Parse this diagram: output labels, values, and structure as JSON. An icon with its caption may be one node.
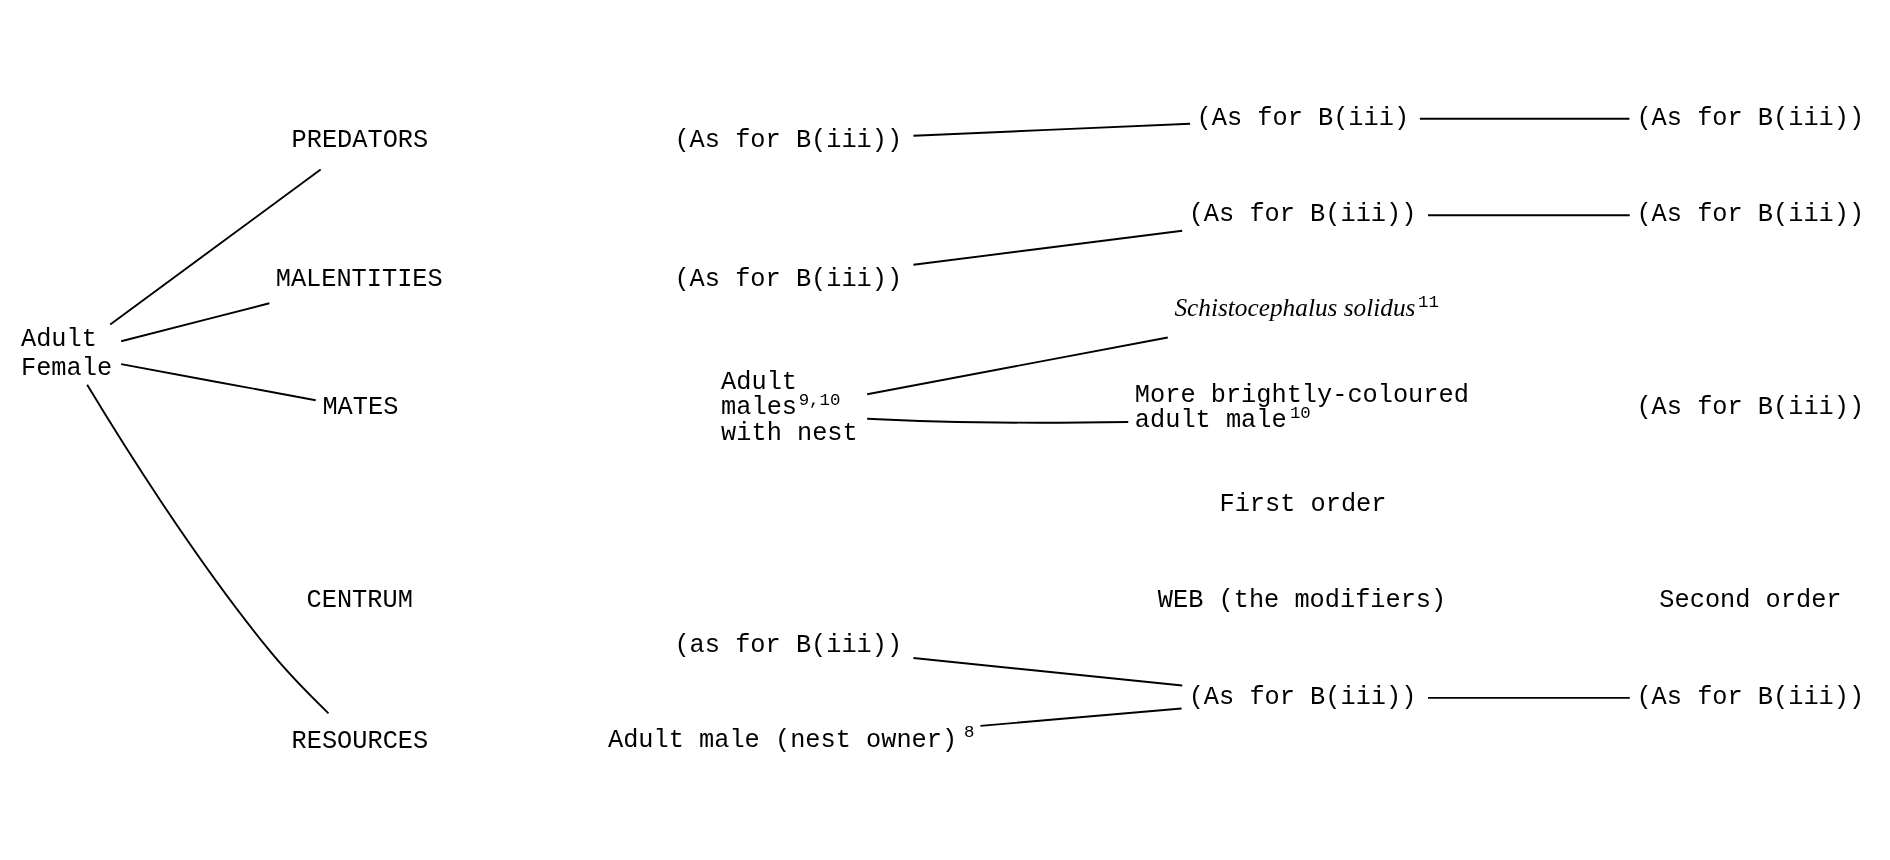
{
  "diagram": {
    "nodes": [
      {
        "text": [
          "Adult Female"
        ]
      },
      {
        "text": [
          "RESOURCES"
        ]
      },
      {
        "text": [
          "MATES"
        ]
      },
      {
        "text": [
          "PREDATORS"
        ]
      },
      {
        "text": [
          "MALENTITIES"
        ]
      },
      {
        "text": [
          "Adult male (nest owner)$^{8}$"
        ]
      },
      {
        "text": [
          "(as for B(iii))"
        ]
      },
      {
        "text": [
          "(As for B(iii))"
        ]
      },
      {
        "text": [
          "(As for B(iii))"
        ]
      },
      {
        "text": [
          "Adult males$^{9,10}$ with nest"
        ]
      },
      {
        "text": [
          "More brightly-coloured adult male$^{10}$"
        ]
      },
      {
        "text": [
          "*Schistocephalus solidus*$^{11}$"
        ]
      },
      {
        "text": [
          "(As for B(iii))"
        ]
      },
      {
        "text": [
          "(As for B(iii)"
        ]
      },
      {
        "text": [
          "(As for B(iii))"
        ]
      },
      {
        "text": [
          "(As for B(iii))"
        ]
      },
      {
        "text": [
          "(As for B(iii))"
        ]
      },
      {
        "text": [
          "(As for B(iii))"
        ]
      }
    ],
    "edges": [
      {
        "from": 0,
        "to": 1,
        "arrow": "none"
      },
      {
        "from": 0,
        "to": 2,
        "arrow": "none"
      },
      {
        "from": 0,
        "to": 3,
        "arrow": "none"
      },
      {
        "from": 0,
        "to": 4,
        "arrow": "none"
      },
      {
        "from": 5,
        "to": 7,
        "arrow": "none"
      },
      {
        "from": 6,
        "to": 7,
        "arrow": "none"
      },
      {
        "from": 7,
        "to": 8,
        "arrow": "none"
      },
      {
        "from": 9,
        "to": 10,
        "arrow": "none"
      },
      {
        "from": 9,
        "to": 11,
        "arrow": "none"
      },
      {
        "from": 12,
        "to": 13,
        "arrow": "none"
      },
      {
        "from": 13,
        "to": 14,
        "arrow": "none"
      },
      {
        "from": 15,
        "to": 16,
        "arrow": "none"
      },
      {
        "from": 16,
        "to": 17,
        "arrow": "none"
      }
    ],
    "labels": [
      "CENTRUM",
      "WEB (the modifiers)",
      "First order",
      "Second order",
      "(As for B(iii))"
    ]
  }
}
